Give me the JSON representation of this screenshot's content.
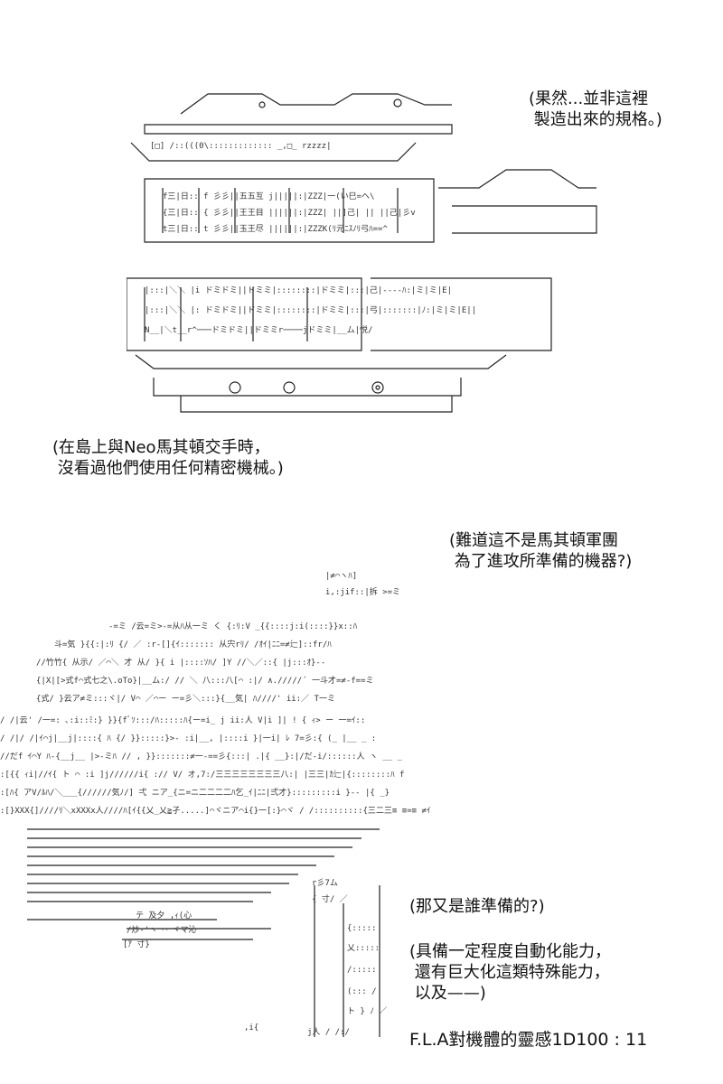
{
  "captions": {
    "top_right": "(果然...並非這裡\n 製造出來的規格。)",
    "top_left": "(在島上與Neo馬其頓交手時，\n 沒看過他們使用任何精密機械。)",
    "mid_right": "(難道這不是馬其頓軍團\n 為了進攻所準備的機器?)",
    "question2": "(那又是誰準備的?)",
    "question3": "(具備一定程度自動化能力，\n 還有巨大化這類特殊能力，\n 以及——)",
    "dice": "F.L.A對機體的靈感1D100 : 11"
  },
  "art": {
    "machine": "ascii-art-machine-illustration",
    "crowd": "ascii-art-soldiers-crowd-illustration"
  }
}
